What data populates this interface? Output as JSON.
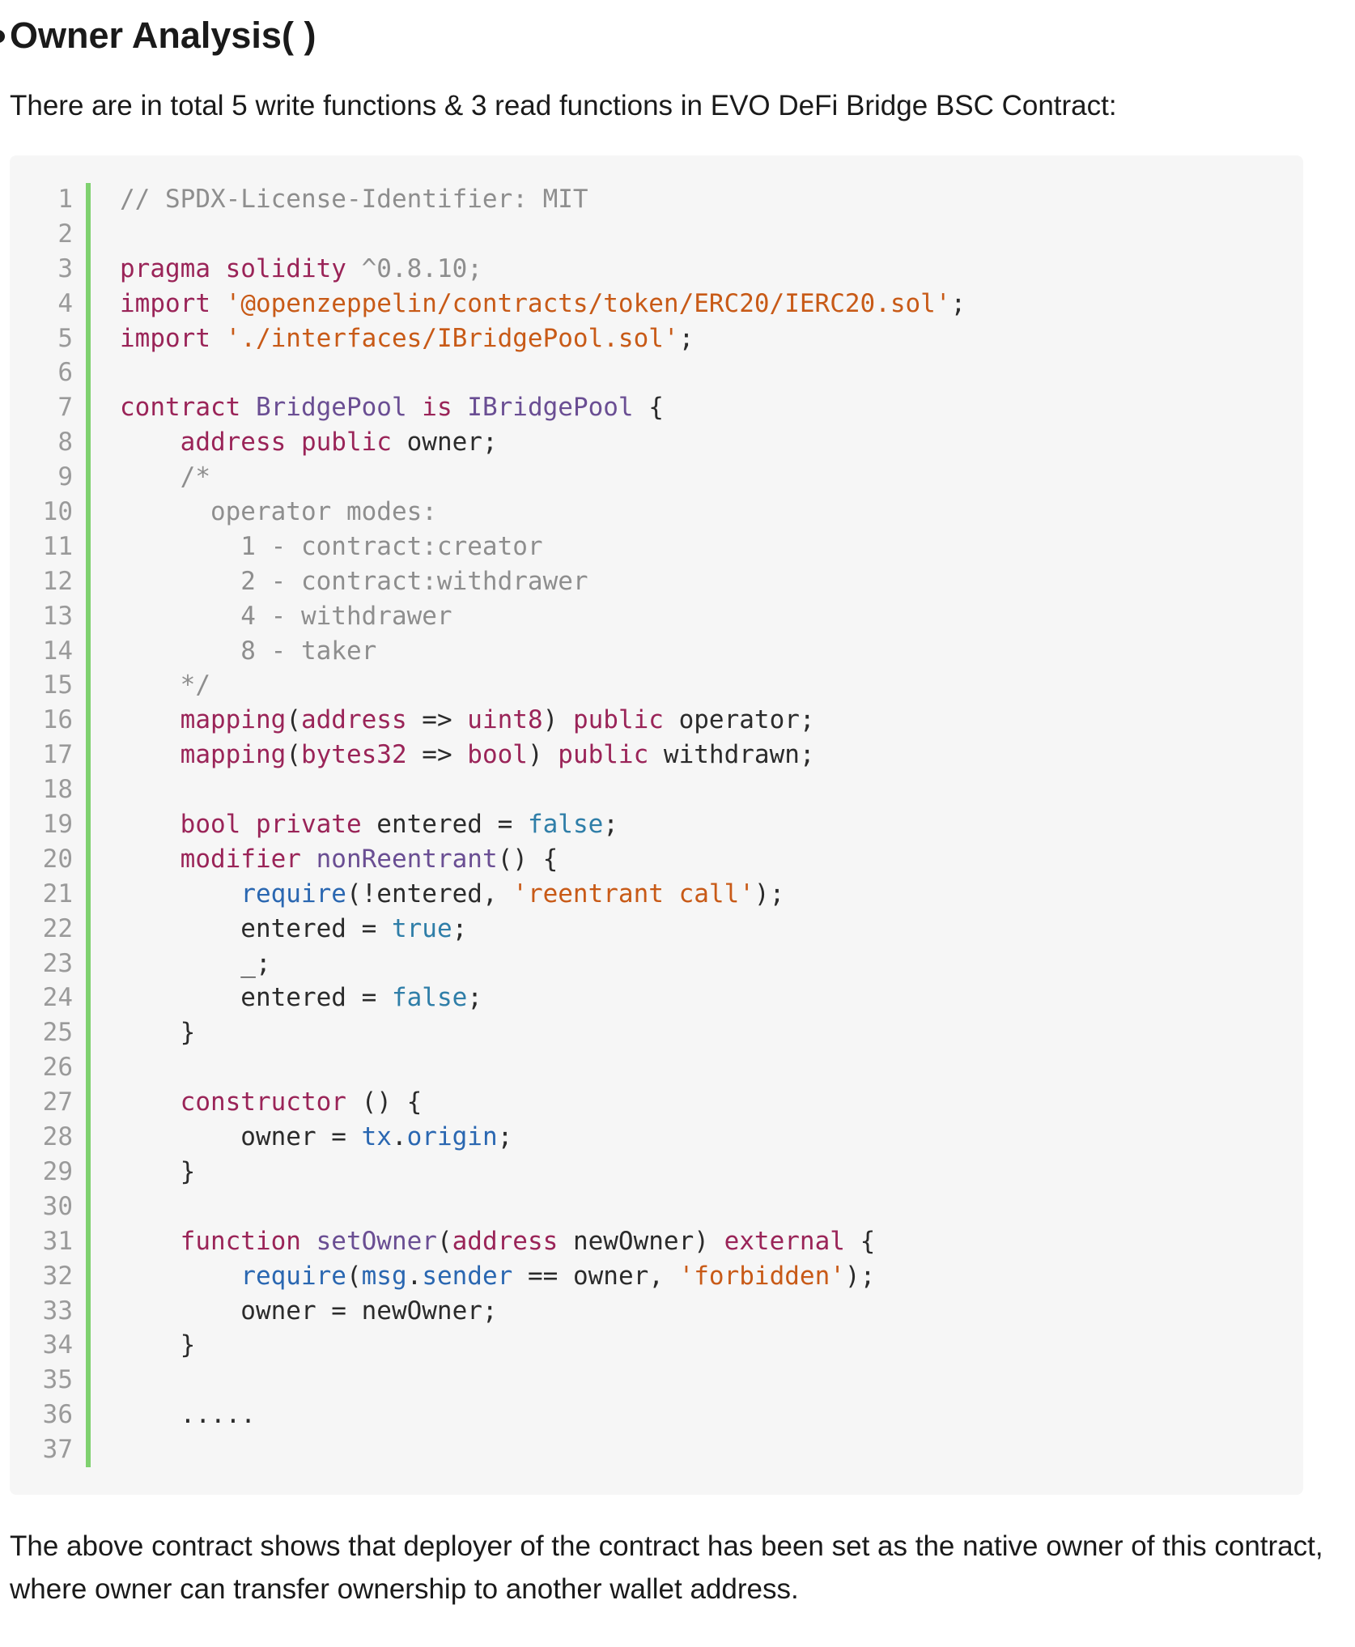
{
  "heading": "Owner Analysis( )",
  "intro": "There are in total 5 write functions & 3 read functions in EVO DeFi Bridge BSC Contract:",
  "code": {
    "lines": [
      [
        [
          "// SPDX-License-Identifier: MIT",
          "cm"
        ]
      ],
      [],
      [
        [
          "pragma solidity",
          "kw"
        ],
        [
          " ^0.8.10;",
          "cm"
        ]
      ],
      [
        [
          "import",
          "kw"
        ],
        [
          " "
        ],
        [
          "'@openzeppelin/contracts/token/ERC20/IERC20.sol'",
          "str"
        ],
        [
          ";"
        ]
      ],
      [
        [
          "import",
          "kw"
        ],
        [
          " "
        ],
        [
          "'./interfaces/IBridgePool.sol'",
          "str"
        ],
        [
          ";"
        ]
      ],
      [],
      [
        [
          "contract",
          "kw"
        ],
        [
          " "
        ],
        [
          "BridgePool",
          "ty"
        ],
        [
          " "
        ],
        [
          "is",
          "kw"
        ],
        [
          " "
        ],
        [
          "IBridgePool",
          "ty"
        ],
        [
          " {"
        ]
      ],
      [
        [
          "    "
        ],
        [
          "address",
          "kw"
        ],
        [
          " "
        ],
        [
          "public",
          "kw"
        ],
        [
          " owner;"
        ]
      ],
      [
        [
          "    /*",
          "cm"
        ]
      ],
      [
        [
          "      operator modes:",
          "cm"
        ]
      ],
      [
        [
          "        1 - contract:creator",
          "cm"
        ]
      ],
      [
        [
          "        2 - contract:withdrawer",
          "cm"
        ]
      ],
      [
        [
          "        4 - withdrawer",
          "cm"
        ]
      ],
      [
        [
          "        8 - taker",
          "cm"
        ]
      ],
      [
        [
          "    */",
          "cm"
        ]
      ],
      [
        [
          "    "
        ],
        [
          "mapping",
          "kw"
        ],
        [
          "("
        ],
        [
          "address",
          "kw"
        ],
        [
          " => "
        ],
        [
          "uint8",
          "kw"
        ],
        [
          ") "
        ],
        [
          "public",
          "kw"
        ],
        [
          " operator;"
        ]
      ],
      [
        [
          "    "
        ],
        [
          "mapping",
          "kw"
        ],
        [
          "("
        ],
        [
          "bytes32",
          "kw"
        ],
        [
          " => "
        ],
        [
          "bool",
          "kw"
        ],
        [
          ") "
        ],
        [
          "public",
          "kw"
        ],
        [
          " withdrawn;"
        ]
      ],
      [],
      [
        [
          "    "
        ],
        [
          "bool",
          "kw"
        ],
        [
          " "
        ],
        [
          "private",
          "kw"
        ],
        [
          " entered = "
        ],
        [
          "false",
          "lit"
        ],
        [
          ";"
        ]
      ],
      [
        [
          "    "
        ],
        [
          "modifier",
          "kw"
        ],
        [
          " "
        ],
        [
          "nonReentrant",
          "ty"
        ],
        [
          "() {"
        ]
      ],
      [
        [
          "        "
        ],
        [
          "require",
          "bi"
        ],
        [
          "(!entered, "
        ],
        [
          "'reentrant call'",
          "str"
        ],
        [
          ");"
        ]
      ],
      [
        [
          "        entered = "
        ],
        [
          "true",
          "lit"
        ],
        [
          ";"
        ]
      ],
      [
        [
          "        _;"
        ]
      ],
      [
        [
          "        entered = "
        ],
        [
          "false",
          "lit"
        ],
        [
          ";"
        ]
      ],
      [
        [
          "    }"
        ]
      ],
      [],
      [
        [
          "    "
        ],
        [
          "constructor",
          "kw"
        ],
        [
          " () {"
        ]
      ],
      [
        [
          "        owner = "
        ],
        [
          "tx",
          "bi"
        ],
        [
          "."
        ],
        [
          "origin",
          "bi"
        ],
        [
          ";"
        ]
      ],
      [
        [
          "    }"
        ]
      ],
      [],
      [
        [
          "    "
        ],
        [
          "function",
          "kw"
        ],
        [
          " "
        ],
        [
          "setOwner",
          "ty"
        ],
        [
          "("
        ],
        [
          "address",
          "kw"
        ],
        [
          " newOwner) "
        ],
        [
          "external",
          "kw"
        ],
        [
          " {"
        ]
      ],
      [
        [
          "        "
        ],
        [
          "require",
          "bi"
        ],
        [
          "("
        ],
        [
          "msg",
          "bi"
        ],
        [
          "."
        ],
        [
          "sender",
          "bi"
        ],
        [
          " == owner, "
        ],
        [
          "'forbidden'",
          "str"
        ],
        [
          ");"
        ]
      ],
      [
        [
          "        owner = newOwner;"
        ]
      ],
      [
        [
          "    }"
        ]
      ],
      [],
      [
        [
          "    ....."
        ]
      ],
      []
    ]
  },
  "outro": "The above contract shows that deployer of the contract has been set as the native owner of this contract, where owner can transfer ownership to another wallet address."
}
